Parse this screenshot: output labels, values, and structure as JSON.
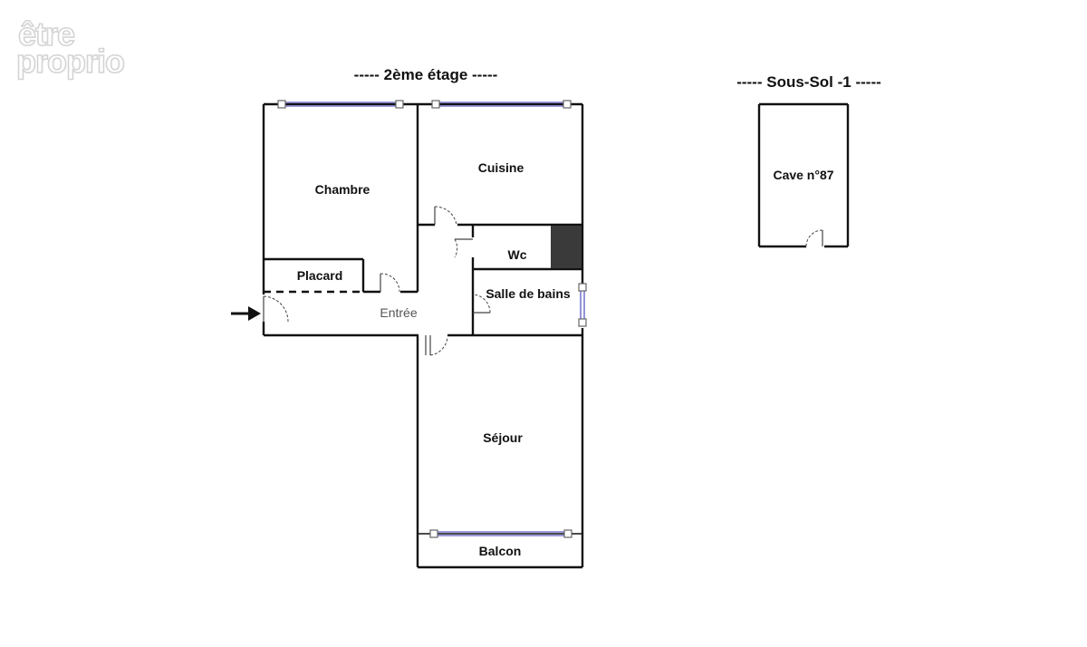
{
  "logo": {
    "line1": "être",
    "line2": "proprio"
  },
  "floors": {
    "main": {
      "title": "----- 2ème étage -----"
    },
    "basement": {
      "title": "----- Sous-Sol -1 -----"
    }
  },
  "rooms": {
    "chambre": "Chambre",
    "cuisine": "Cuisine",
    "placard": "Placard",
    "wc": "Wc",
    "salle_de_bains": "Salle de bains",
    "entree": "Entrée",
    "sejour": "Séjour",
    "balcon": "Balcon",
    "cave": "Cave n°87"
  },
  "colors": {
    "wall": "#111111",
    "window": "#7a7acf",
    "wc_block": "#3a3a3a"
  }
}
